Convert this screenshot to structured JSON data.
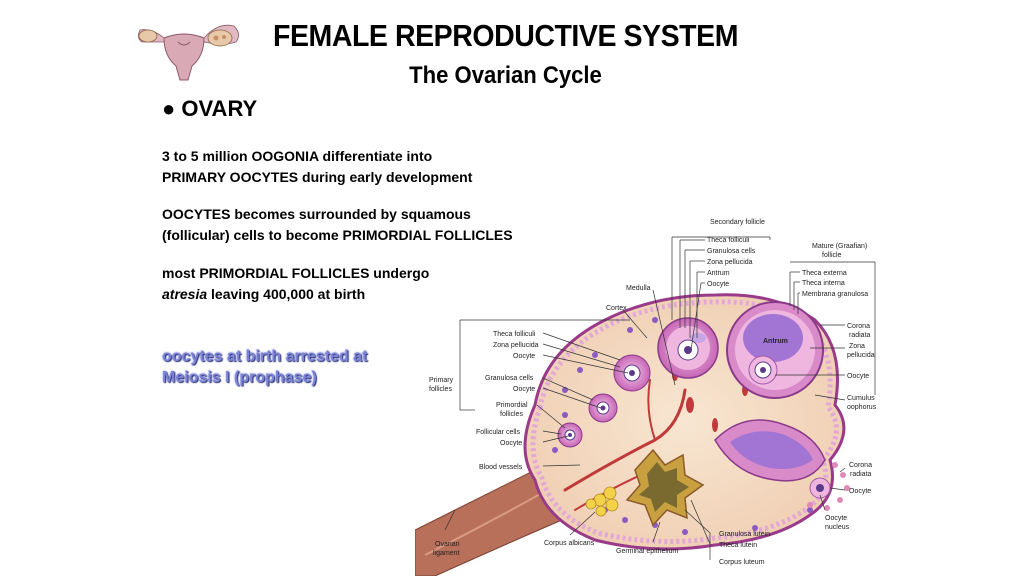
{
  "header": {
    "title": "FEMALE REPRODUCTIVE SYSTEM",
    "subtitle": "The Ovarian Cycle"
  },
  "content": {
    "bullet": "● OVARY",
    "para1_line1": "3 to 5 million OOGONIA differentiate into",
    "para1_line2": "PRIMARY OOCYTES during early development",
    "para2_line1": "OOCYTES becomes surrounded by squamous",
    "para2_line2": "(follicular) cells to become PRIMORDIAL FOLLICLES",
    "para3_line1": "most PRIMORDIAL FOLLICLES undergo",
    "para3_italic": "atresia",
    "para3_rest": " leaving 400,000 at birth",
    "para4_line1": "oocytes at birth arrested at",
    "para4_line2": "Meiosis I (prophase)"
  },
  "diagram": {
    "labels": {
      "secondary_follicle": "Secondary follicle",
      "theca_folliculi_top": "Theca folliculi",
      "granulosa_cells_top": "Granulosa cells",
      "zona_pellucida_top": "Zona pellucida",
      "antrum_top": "Antrum",
      "oocyte_top": "Oocyte",
      "mature_follicle_1": "Mature (Graafian)",
      "mature_follicle_2": "follicle",
      "theca_externa": "Theca externa",
      "theca_interna": "Theca interna",
      "membrana_granulosa": "Membrana granulosa",
      "medulla": "Medulla",
      "cortex": "Cortex",
      "theca_folliculi_left": "Theca folliculi",
      "zona_pellucida_left": "Zona pellucida",
      "oocyte_left": "Oocyte",
      "primary_follicles_1": "Primary",
      "primary_follicles_2": "follicles",
      "granulosa_cells_left": "Granulosa cells",
      "oocyte_left2": "Oocyte",
      "primordial_follicles_1": "Primordial",
      "primordial_follicles_2": "follicles",
      "follicular_cells": "Follicular cells",
      "oocyte_left3": "Oocyte",
      "blood_vessels": "Blood vessels",
      "antrum_inside": "Antrum",
      "corona_radiata_1": "Corona",
      "corona_radiata_2": "radiata",
      "zona_pellucida_right_1": "Zona",
      "zona_pellucida_right_2": "pellucida",
      "oocyte_right": "Oocyte",
      "cumulus_oophorus_1": "Cumulus",
      "cumulus_oophorus_2": "oophorus",
      "corona_radiata_low_1": "Corona",
      "corona_radiata_low_2": "radiata",
      "oocyte_low": "Oocyte",
      "oocyte_nucleus_1": "Oocyte",
      "oocyte_nucleus_2": "nucleus",
      "ovarian_ligament_1": "Ovarian",
      "ovarian_ligament_2": "ligament",
      "corpus_albicans": "Corpus albicans",
      "germinal_epithelium": "Germinal epithelium",
      "granulosa_lutein": "Granulosa lutein",
      "theca_lutein": "Theca lutein",
      "corpus_luteum": "Corpus luteum"
    }
  },
  "colors": {
    "stroma": "#f4dcc4",
    "follicle_pink": "#d98ac8",
    "purple_dark": "#7a3f9e",
    "ligament": "#b8705a",
    "corpus_luteum": "#c8a040",
    "corpus_albicans": "#f3d24a",
    "vessel": "#c03a3a"
  }
}
